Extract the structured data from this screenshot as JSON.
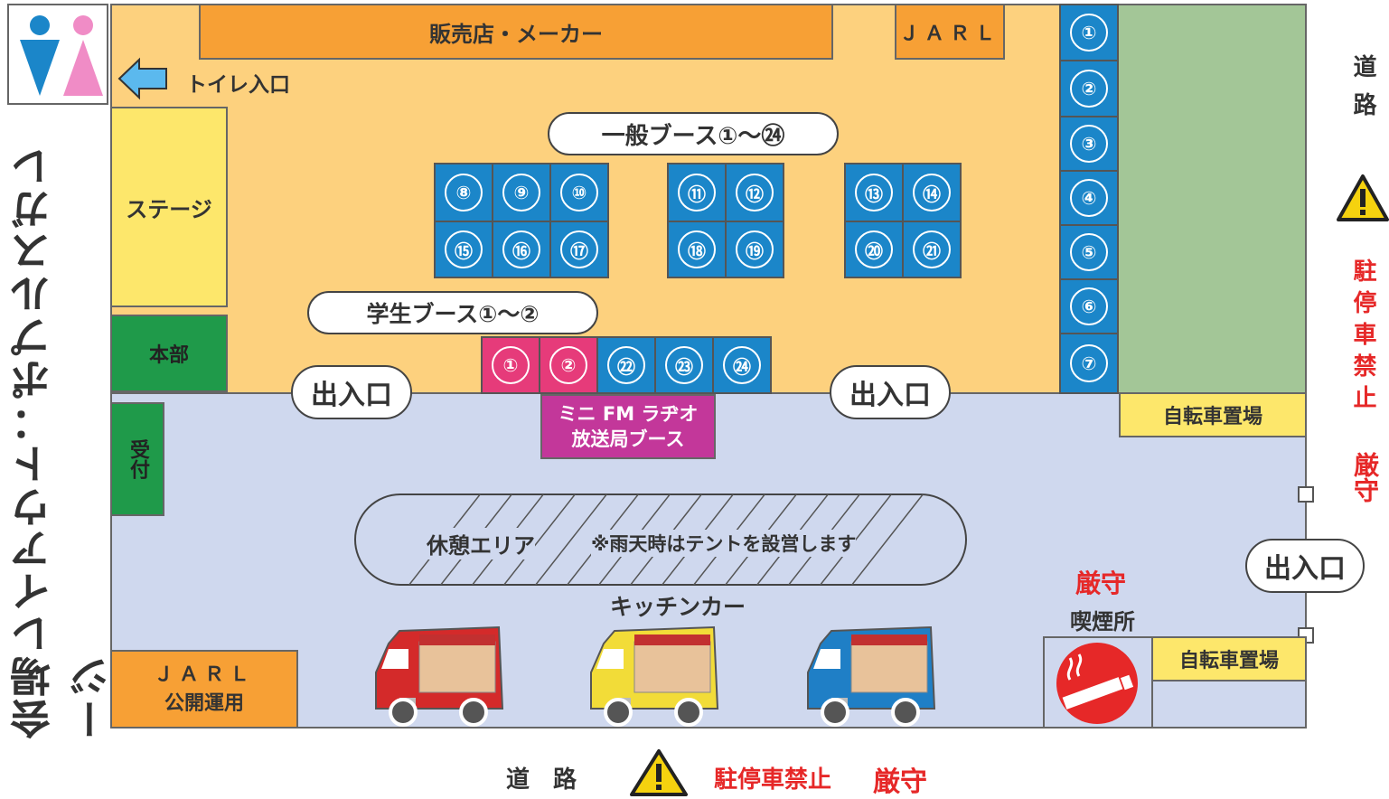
{
  "title": "会場レイアウト：ポプルスガレージ",
  "toilet": {
    "label": "トイレ入口"
  },
  "top_areas": {
    "vendors": "販売店・メーカー",
    "jarl_top": "ＪＡＲＬ"
  },
  "left_areas": {
    "stage": "ステージ",
    "hq": "本部",
    "reception": "受付",
    "jarl_bottom_line1": "ＪＡＲＬ",
    "jarl_bottom_line2": "公開運用"
  },
  "labels": {
    "general_booth": "一般ブース①〜㉔",
    "student_booth": "学生ブース①〜②",
    "entrance": "出入口",
    "mini_fm_line1": "ミニ FM ラヂオ",
    "mini_fm_line2": "放送局ブース",
    "rest_area": "休憩エリア",
    "rain_note": "※雨天時はテントを設営します",
    "kitchen_car": "キッチンカー",
    "strict": "厳守",
    "smoking_area": "喫煙所",
    "bicycle_parking": "自転車置場"
  },
  "booths": {
    "column": [
      "①",
      "②",
      "③",
      "④",
      "⑤",
      "⑥",
      "⑦"
    ],
    "grid_a": [
      "⑧",
      "⑨",
      "⑩",
      "⑮",
      "⑯",
      "⑰"
    ],
    "grid_b": [
      "⑪",
      "⑫",
      "⑱",
      "⑲"
    ],
    "grid_c": [
      "⑬",
      "⑭",
      "⑳",
      "㉑"
    ],
    "student": [
      "①",
      "②"
    ],
    "bottom_row": [
      "㉒",
      "㉓",
      "㉔"
    ]
  },
  "roads": {
    "right_road": "道路",
    "right_no_parking": "駐停車禁止",
    "right_strict": "厳守",
    "bottom_road": "道　路",
    "bottom_no_parking": "駐停車禁止",
    "bottom_strict": "厳守"
  },
  "colors": {
    "hall": "#fdd17e",
    "outdoor": "#cfd8ee",
    "booth": "#1b86c9",
    "student_booth": "#e63b7a",
    "orange": "#f7a035",
    "yellow": "#fde76b",
    "green": "#1f9a4a",
    "field": "#a3c697",
    "mini_fm": "#c3379a",
    "warning": "#e62828"
  }
}
